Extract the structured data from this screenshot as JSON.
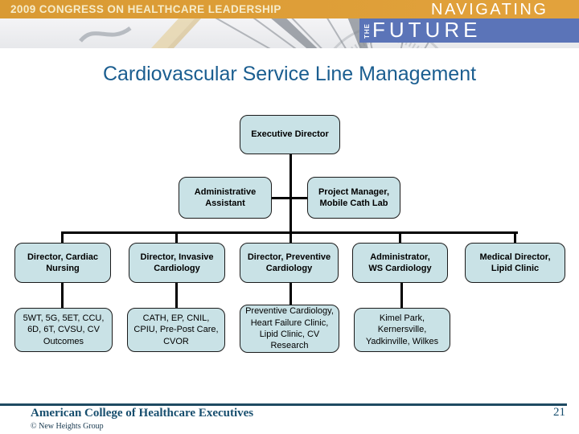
{
  "header": {
    "banner_text": "2009 CONGRESS ON HEALTHCARE LEADERSHIP",
    "logo": {
      "line1": "NAVIGATING",
      "the": "THE",
      "future": "FUTURE"
    },
    "colors": {
      "gold": "#e2a23c",
      "logo_blue": "#5b74b8"
    }
  },
  "slide": {
    "title": "Cardiovascular Service Line Management",
    "title_color": "#1b5e90"
  },
  "org_chart": {
    "node_fill": "#c9e2e6",
    "nodes": {
      "executive_director": "Executive Director",
      "administrative_assistant": "Administrative\nAssistant",
      "project_manager": "Project Manager,\nMobile Cath Lab",
      "director_cardiac_nursing": "Director, Cardiac\nNursing",
      "director_invasive_cardiology": "Director, Invasive\nCardiology",
      "director_preventive_cardiology": "Director, Preventive\nCardiology",
      "administrator_ws_cardiology": "Administrator,\nWS Cardiology",
      "medical_director_lipid_clinic": "Medical Director,\nLipid Clinic",
      "cardiac_nursing_units": "5WT, 5G, 5ET, CCU,\n6D, 6T, CVSU, CV\nOutcomes",
      "invasive_cardiology_units": "CATH, EP, CNIL,\nCPIU, Pre-Post Care,\nCVOR",
      "preventive_cardiology_units": "Preventive Cardiology,\nHeart Failure Clinic,\nLipid Clinic, CV\nResearch",
      "ws_cardiology_sites": "Kimel Park,\nKernersville,\nYadkinville, Wilkes"
    }
  },
  "footer": {
    "organization": "American College of Healthcare Executives",
    "copyright": "© New Heights Group",
    "page_number": "21"
  }
}
